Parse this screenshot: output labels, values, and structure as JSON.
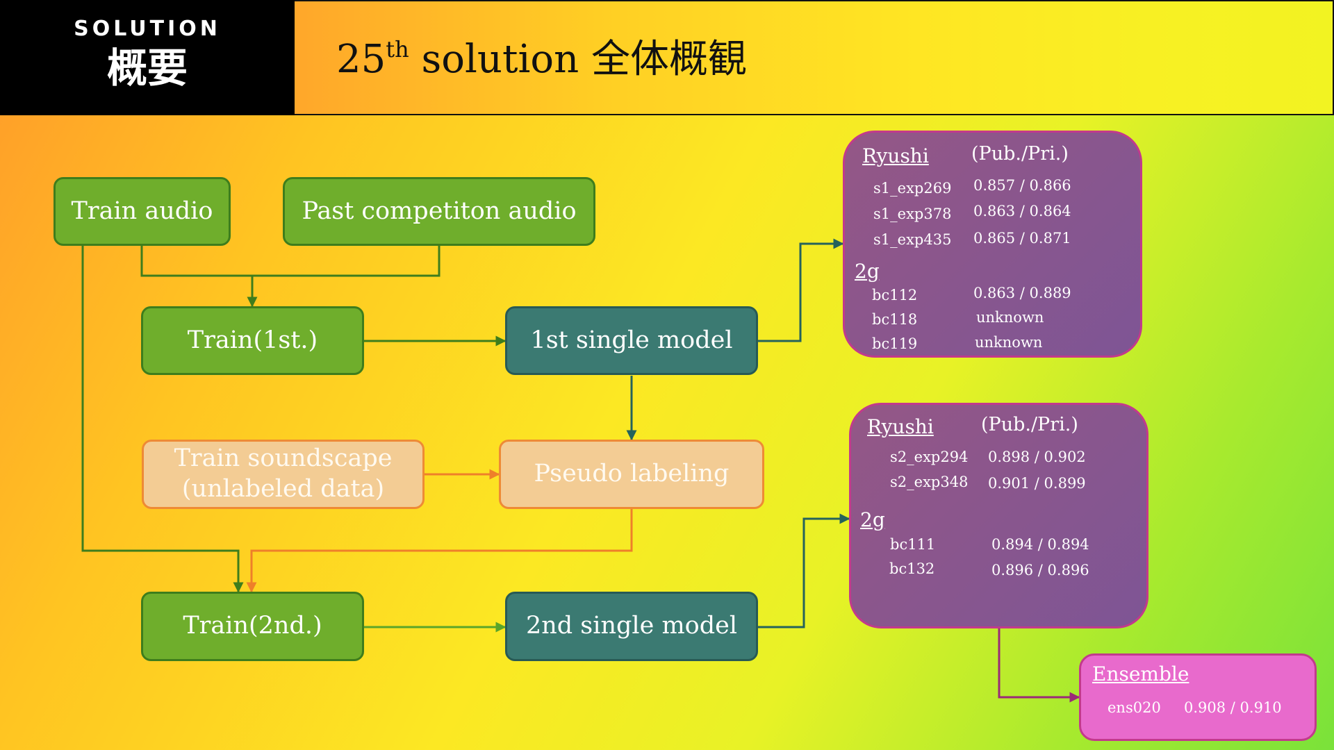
{
  "header": {
    "section": "SOLUTION",
    "subtitle": "概要",
    "title_prefix": "25",
    "title_sup": "th",
    "title_rest": " solution 全体概観"
  },
  "nodes": {
    "train_audio": "Train audio",
    "past_audio": "Past competiton audio",
    "train_1st": "Train(1st.)",
    "single_1st": "1st single model",
    "soundscape_line1": "Train soundscape",
    "soundscape_line2": "(unlabeled data)",
    "pseudo": "Pseudo labeling",
    "train_2nd": "Train(2nd.)",
    "single_2nd": "2nd single model"
  },
  "results_1st": {
    "group1_header": "Ryushi",
    "column_header": "(Pub./Pri.)",
    "group1_rows": [
      {
        "name": "s1_exp269",
        "score": "0.857 / 0.866"
      },
      {
        "name": "s1_exp378",
        "score": "0.863 / 0.864"
      },
      {
        "name": "s1_exp435",
        "score": "0.865 / 0.871"
      }
    ],
    "group2_header": "2g",
    "group2_rows": [
      {
        "name": "bc112",
        "score": "0.863 / 0.889"
      },
      {
        "name": "bc118",
        "score": "unknown"
      },
      {
        "name": "bc119",
        "score": "unknown"
      }
    ]
  },
  "results_2nd": {
    "group1_header": "Ryushi",
    "column_header": "(Pub./Pri.)",
    "group1_rows": [
      {
        "name": "s2_exp294",
        "score": "0.898 / 0.902"
      },
      {
        "name": "s2_exp348",
        "score": "0.901 / 0.899"
      }
    ],
    "group2_header": "2g",
    "group2_rows": [
      {
        "name": "bc111",
        "score": "0.894 / 0.894"
      },
      {
        "name": "bc132",
        "score": "0.896 / 0.896"
      }
    ]
  },
  "ensemble": {
    "header": "Ensemble",
    "name": "ens020",
    "score": "0.908 / 0.910"
  },
  "colors": {
    "green_box": "#6fae2c",
    "teal_box": "#3b7a72",
    "peach_box": "#f3cc94",
    "purple_box": "#8a5690",
    "pink_box": "#e86acc",
    "arrow_green": "#3e7d1c",
    "arrow_teal": "#25625c",
    "arrow_orange": "#ee7f2a"
  }
}
